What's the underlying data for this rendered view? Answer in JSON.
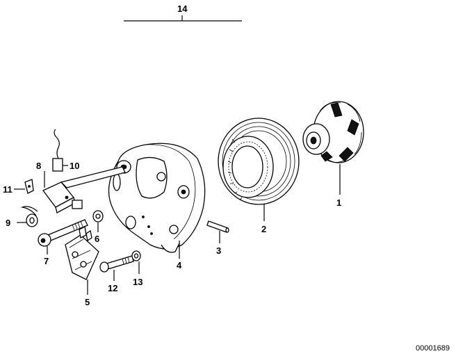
{
  "callouts": {
    "n1": "1",
    "n2": "2",
    "n3": "3",
    "n4": "4",
    "n5": "5",
    "n6": "6",
    "n7": "7",
    "n8": "8",
    "n9": "9",
    "n10": "10",
    "n11": "11",
    "n12": "12",
    "n13": "13",
    "n14": "14"
  },
  "doc_number": "00001689"
}
